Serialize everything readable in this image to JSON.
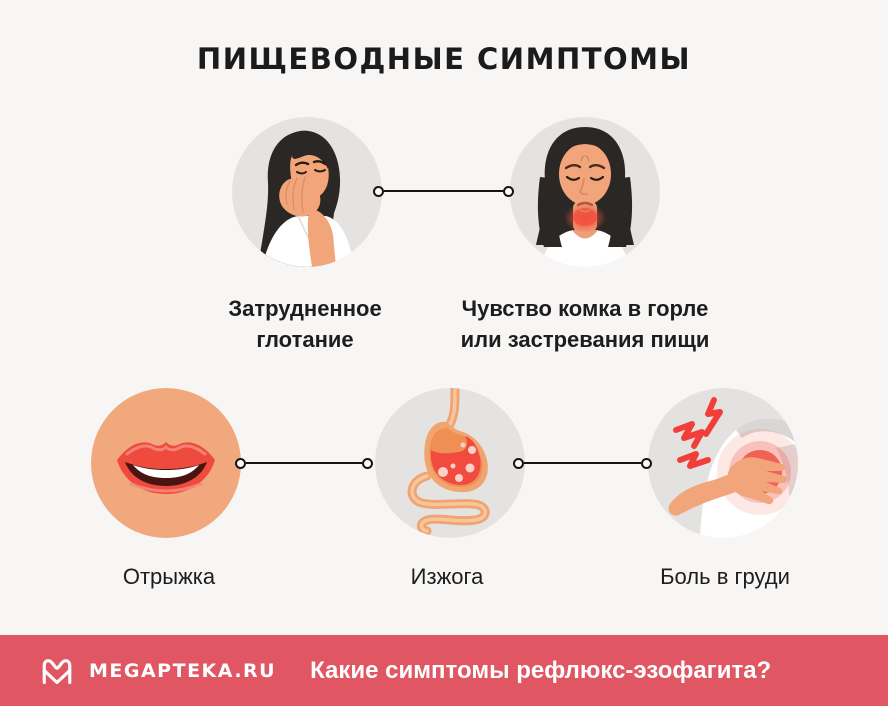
{
  "title": "ПИЩЕВОДНЫЕ СИМПТОМЫ",
  "colors": {
    "background": "#F7F6F5",
    "text": "#1D1D1D",
    "circle_gray": "#E4E3E2",
    "circle_peach": "#F1A87C",
    "skin": "#F2A57A",
    "hair": "#2B2724",
    "accent_red": "#F0483D",
    "connector": "#141414",
    "footer_background": "#E05663",
    "footer_text": "#FFFFFF"
  },
  "symptoms_top": [
    {
      "icon": "woman-covering-mouth",
      "label": "Затрудненное глотание"
    },
    {
      "icon": "woman-sore-throat",
      "label": "Чувство комка в горле или застревания пищи"
    }
  ],
  "symptoms_bottom": [
    {
      "icon": "lips",
      "label": "Отрыжка"
    },
    {
      "icon": "stomach",
      "label": "Изжога"
    },
    {
      "icon": "chest-pain",
      "label": "Боль в груди"
    }
  ],
  "footer": {
    "brand": "MEGAPTEKA.RU",
    "question": "Какие симптомы рефлюкс-эзофагита?"
  }
}
